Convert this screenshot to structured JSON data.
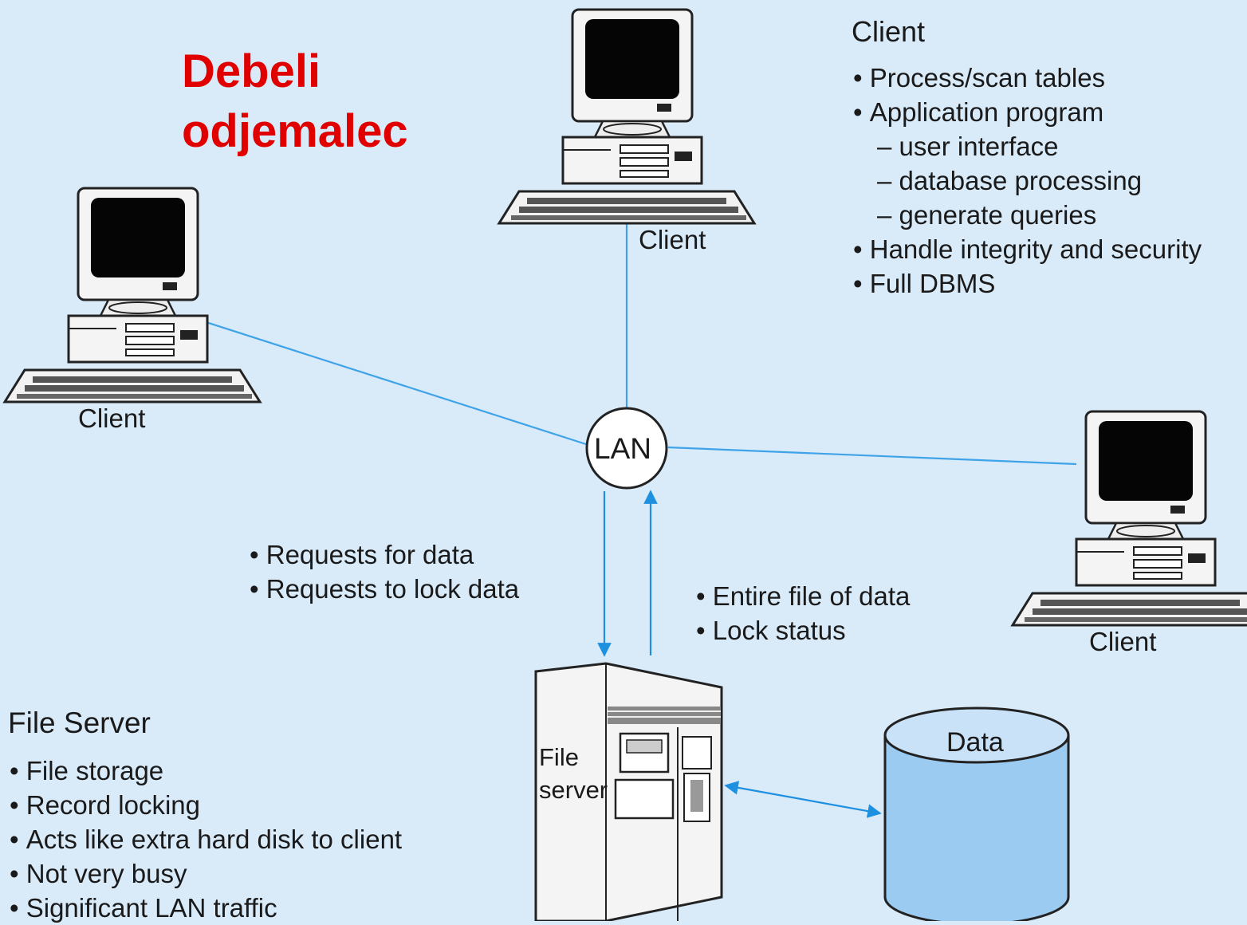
{
  "title": {
    "line1": "Debeli",
    "line2": "odjemalec"
  },
  "client_panel": {
    "heading": "Client",
    "items": [
      {
        "text": "Process/scan tables",
        "level": 1
      },
      {
        "text": "Application program",
        "level": 1
      },
      {
        "text": "user interface",
        "level": 2
      },
      {
        "text": "database processing",
        "level": 2
      },
      {
        "text": "generate queries",
        "level": 2
      },
      {
        "text": "Handle integrity and security",
        "level": 1
      },
      {
        "text": "Full DBMS",
        "level": 1
      }
    ]
  },
  "file_server_panel": {
    "heading": "File Server",
    "items": [
      "File storage",
      "Record locking",
      "Acts like extra hard disk to client",
      "Not very busy",
      "Significant LAN traffic"
    ]
  },
  "requests_items": [
    "Requests for data",
    "Requests to lock data"
  ],
  "responses_items": [
    "Entire file of data",
    "Lock status"
  ],
  "nodes": {
    "client_top": "Client",
    "client_left": "Client",
    "client_right": "Client",
    "lan": "LAN",
    "file_server_line1": "File",
    "file_server_line2": "server",
    "data_store": "Data"
  },
  "colors": {
    "background": "#d9eaf9",
    "connector": "#1e90e0",
    "title": "#e00000",
    "data_cylinder": "#9ccbf2"
  }
}
